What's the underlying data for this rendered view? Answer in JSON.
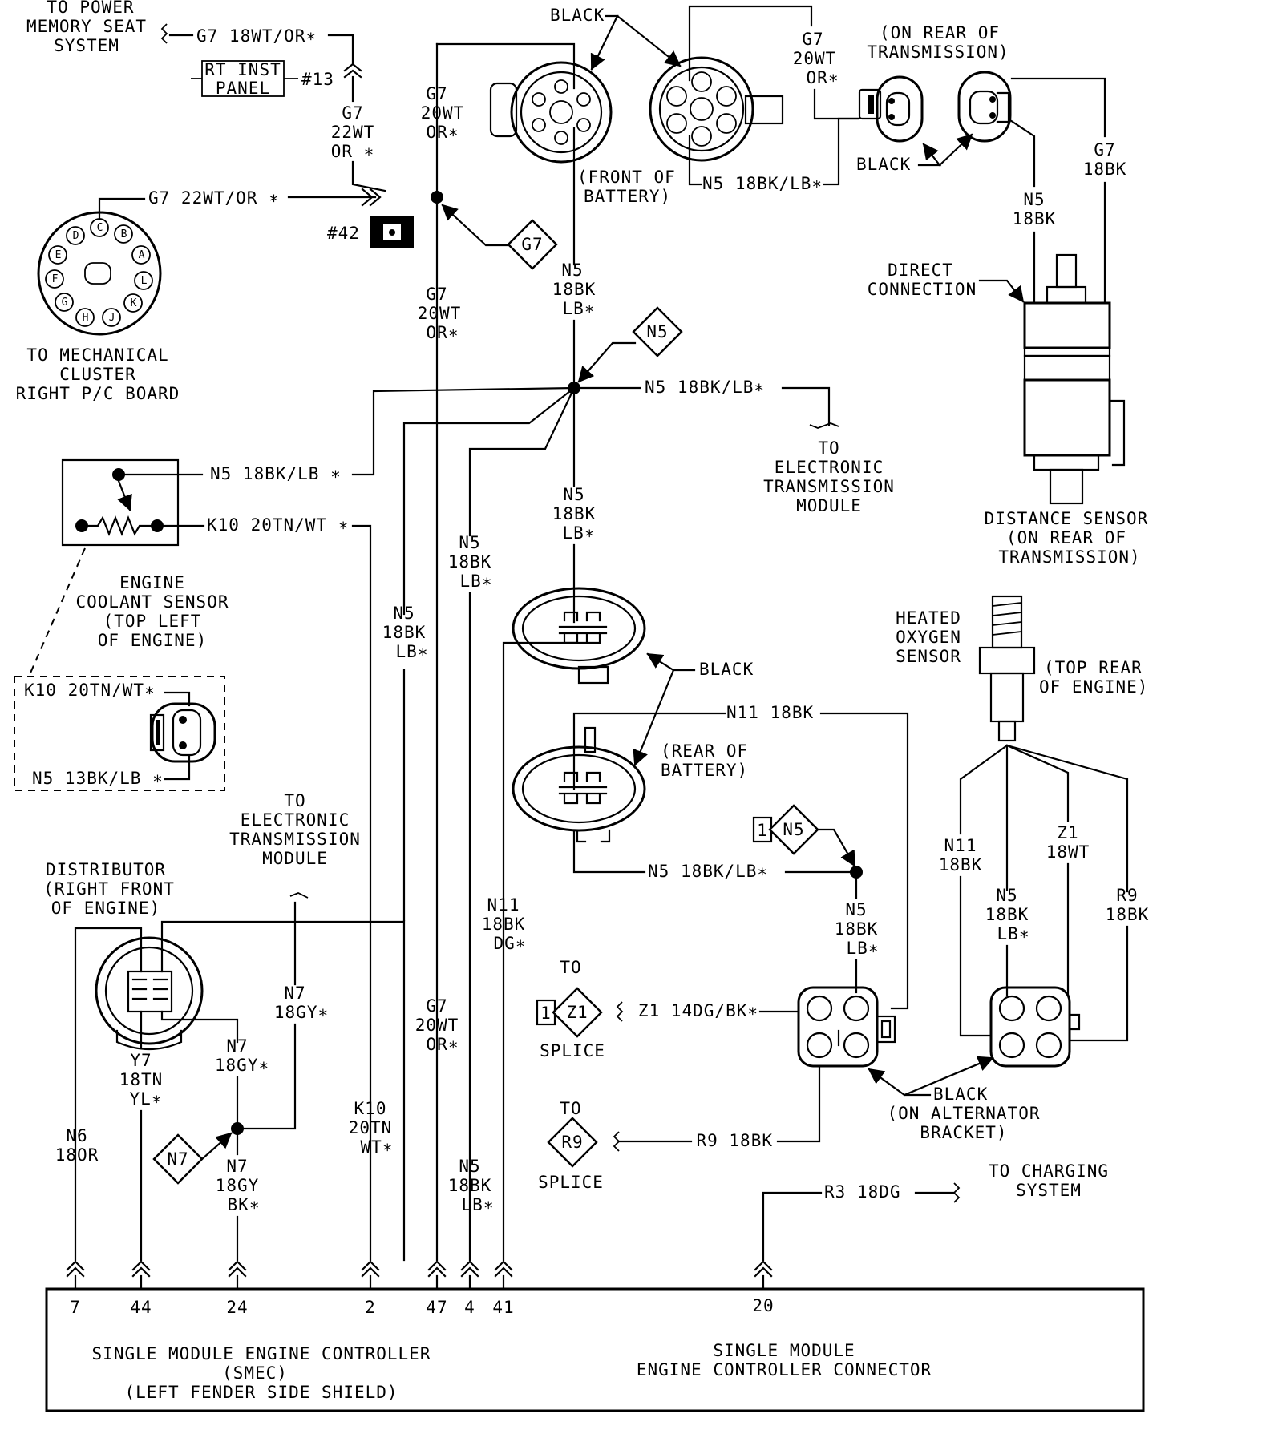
{
  "labels": {
    "to_power_memory": [
      "TO POWER",
      "MEMORY SEAT",
      "SYSTEM"
    ],
    "g7_18wt_or": "G7 18WT/OR∗",
    "rt_inst_panel": [
      "RT INST",
      "PANEL"
    ],
    "conn13": "#13",
    "g7_22wt_or_v": [
      "G7",
      "22WT",
      "OR ∗"
    ],
    "g7_22wt_or_h": "G7 22WT/OR ∗",
    "g7_20wt_or_top": [
      "G7",
      "20WT",
      "OR∗"
    ],
    "g7_20wt_or_mid": [
      "G7",
      "20WT",
      "OR∗"
    ],
    "conn42": "#42",
    "splice_g7": "G7",
    "splice_n5": "N5",
    "black_top": "BLACK",
    "front_of_battery": [
      "(FRONT OF",
      "BATTERY)"
    ],
    "n5_18bk_lb_top": "N5 18BK/LB∗",
    "g7_20wt_or_right": [
      "G7",
      "20WT",
      "OR∗"
    ],
    "on_rear_of_trans": [
      "(ON REAR OF",
      "TRANSMISSION)"
    ],
    "black_trans": "BLACK",
    "g7_18bk": [
      "G7",
      "18BK"
    ],
    "n5_18bk_right": [
      "N5",
      "18BK"
    ],
    "direct_connection": [
      "DIRECT",
      "CONNECTION"
    ],
    "distance_sensor": [
      "DISTANCE SENSOR",
      "(ON REAR OF",
      "TRANSMISSION)"
    ],
    "cluster_pins": [
      "A",
      "B",
      "C",
      "D",
      "E",
      "F",
      "G",
      "H",
      "J",
      "K",
      "L"
    ],
    "to_mech_cluster": [
      "TO MECHANICAL",
      "CLUSTER",
      "RIGHT P/C BOARD"
    ],
    "n5_18bk_lb_a": [
      "N5",
      "18BK",
      "LB∗"
    ],
    "n5_18bk_lb_h": "N5 18BK/LB∗",
    "to_etm_top": [
      "TO",
      "ELECTRONIC",
      "TRANSMISSION",
      "MODULE"
    ],
    "n5_18bk_lb_sensor": "N5 18BK/LB ∗",
    "k10_20tn_wt": "K10 20TN/WT ∗",
    "engine_coolant": [
      "ENGINE",
      "COOLANT SENSOR",
      "(TOP LEFT",
      "OF ENGINE)"
    ],
    "k10_20tn_wt_b": "K10 20TN/WT∗",
    "n5_13bk_lb": "N5 13BK/LB ∗",
    "n5_18bk_lb_b": [
      "N5",
      "18BK",
      "LB∗"
    ],
    "n5_18bk_lb_c": [
      "N5",
      "18BK",
      "LB∗"
    ],
    "n5_18bk_lb_d": [
      "N5",
      "18BK",
      "LB∗"
    ],
    "black_batt": "BLACK",
    "n11_18bk": "N11 18BK",
    "rear_of_battery": [
      "(REAR OF",
      "BATTERY)"
    ],
    "n5_18bk_lb_e": "N5 18BK/LB∗",
    "heated_oxygen": [
      "HEATED",
      "OXYGEN",
      "SENSOR"
    ],
    "top_rear_engine": [
      "(TOP REAR",
      "OF ENGINE)"
    ],
    "splice_n5_1": "N5",
    "one": "1",
    "n5_18bk_lb_f": [
      "N5",
      "18BK",
      "LB∗"
    ],
    "n11_18bk_v": [
      "N11",
      "18BK"
    ],
    "n5_18bk_lb_g": [
      "N5",
      "18BK",
      "LB∗"
    ],
    "z1_18wt": [
      "Z1",
      "18WT"
    ],
    "r9_18bk_v": [
      "R9",
      "18BK"
    ],
    "to_etm_mid": [
      "TO",
      "ELECTRONIC",
      "TRANSMISSION",
      "MODULE"
    ],
    "distributor": [
      "DISTRIBUTOR",
      "(RIGHT FRONT",
      "OF ENGINE)"
    ],
    "n7_18gy_a": [
      "N7",
      "18GY∗"
    ],
    "n7_18gy_b": [
      "N7",
      "18GY∗"
    ],
    "y7_18tn_yl": [
      "Y7",
      "18TN",
      "YL∗"
    ],
    "n6_18or": [
      "N6",
      "18OR"
    ],
    "splice_n7": "N7",
    "n7_18gy_bk": [
      "N7",
      "18GY",
      "BK∗"
    ],
    "k10_20tn_wt_v": [
      "K10",
      "20TN",
      "WT∗"
    ],
    "g7_20wt_or_low": [
      "G7",
      "20WT",
      "OR∗"
    ],
    "n5_18bk_lb_low": [
      "N5",
      "18BK",
      "LB∗"
    ],
    "n11_18bk_dg": [
      "N11",
      "18BK",
      "DG∗"
    ],
    "to": "TO",
    "z1": "Z1",
    "z1_14dg_bk": "Z1 14DG/BK∗",
    "splice": "SPLICE",
    "to_b": "TO",
    "r9": "R9",
    "r9_18bk": "R9 18BK",
    "splice_b": "SPLICE",
    "black_alt": [
      "BLACK",
      "(ON ALTERNATOR",
      "BRACKET)"
    ],
    "r3_18dg": "R3 18DG",
    "to_charging": [
      "TO CHARGING",
      "SYSTEM"
    ],
    "pins": [
      "7",
      "44",
      "24",
      "2",
      "47",
      "4",
      "41",
      "20"
    ],
    "smec": [
      "SINGLE MODULE ENGINE CONTROLLER",
      "(SMEC)",
      "(LEFT FENDER SIDE SHIELD)"
    ],
    "smec_connector": [
      "SINGLE MODULE",
      "ENGINE CONTROLLER CONNECTOR"
    ]
  }
}
